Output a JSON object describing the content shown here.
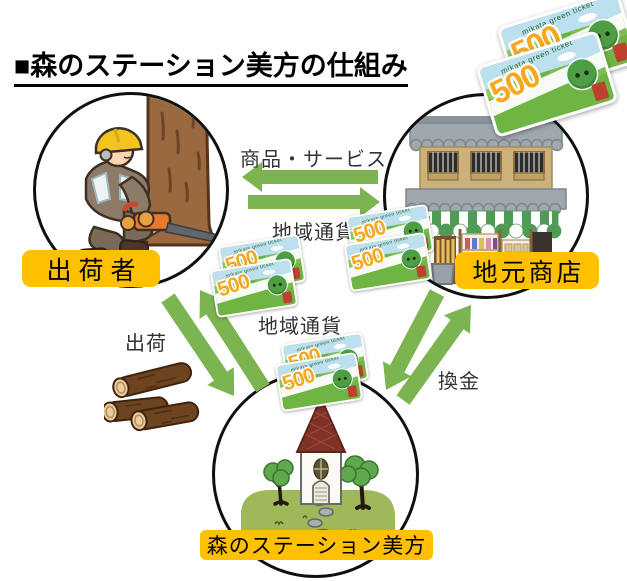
{
  "title": "■森のステーション美方の仕組み",
  "nodes": {
    "shipper": {
      "label": "出荷者",
      "illustration": "logger-cutting-tree-with-chainsaw"
    },
    "shop": {
      "label": "地元商店",
      "illustration": "traditional-japanese-storefront"
    },
    "station": {
      "label": "森のステーション美方",
      "illustration": "church-on-green-hill"
    }
  },
  "flows": {
    "goods_services": "商品・サービス",
    "currency_shop": "地域通貨",
    "shipment": "出荷",
    "currency_station": "地域通貨",
    "exchange": "換金"
  },
  "voucher": {
    "value": "500",
    "brand": "mikata green ticket"
  },
  "colors": {
    "arrow_green": "#7CB450",
    "label_yellow": "#FFC000",
    "voucher_green": "#6FB544",
    "voucher_value_orange": "#F7A81E",
    "circle_outline": "#101010"
  }
}
